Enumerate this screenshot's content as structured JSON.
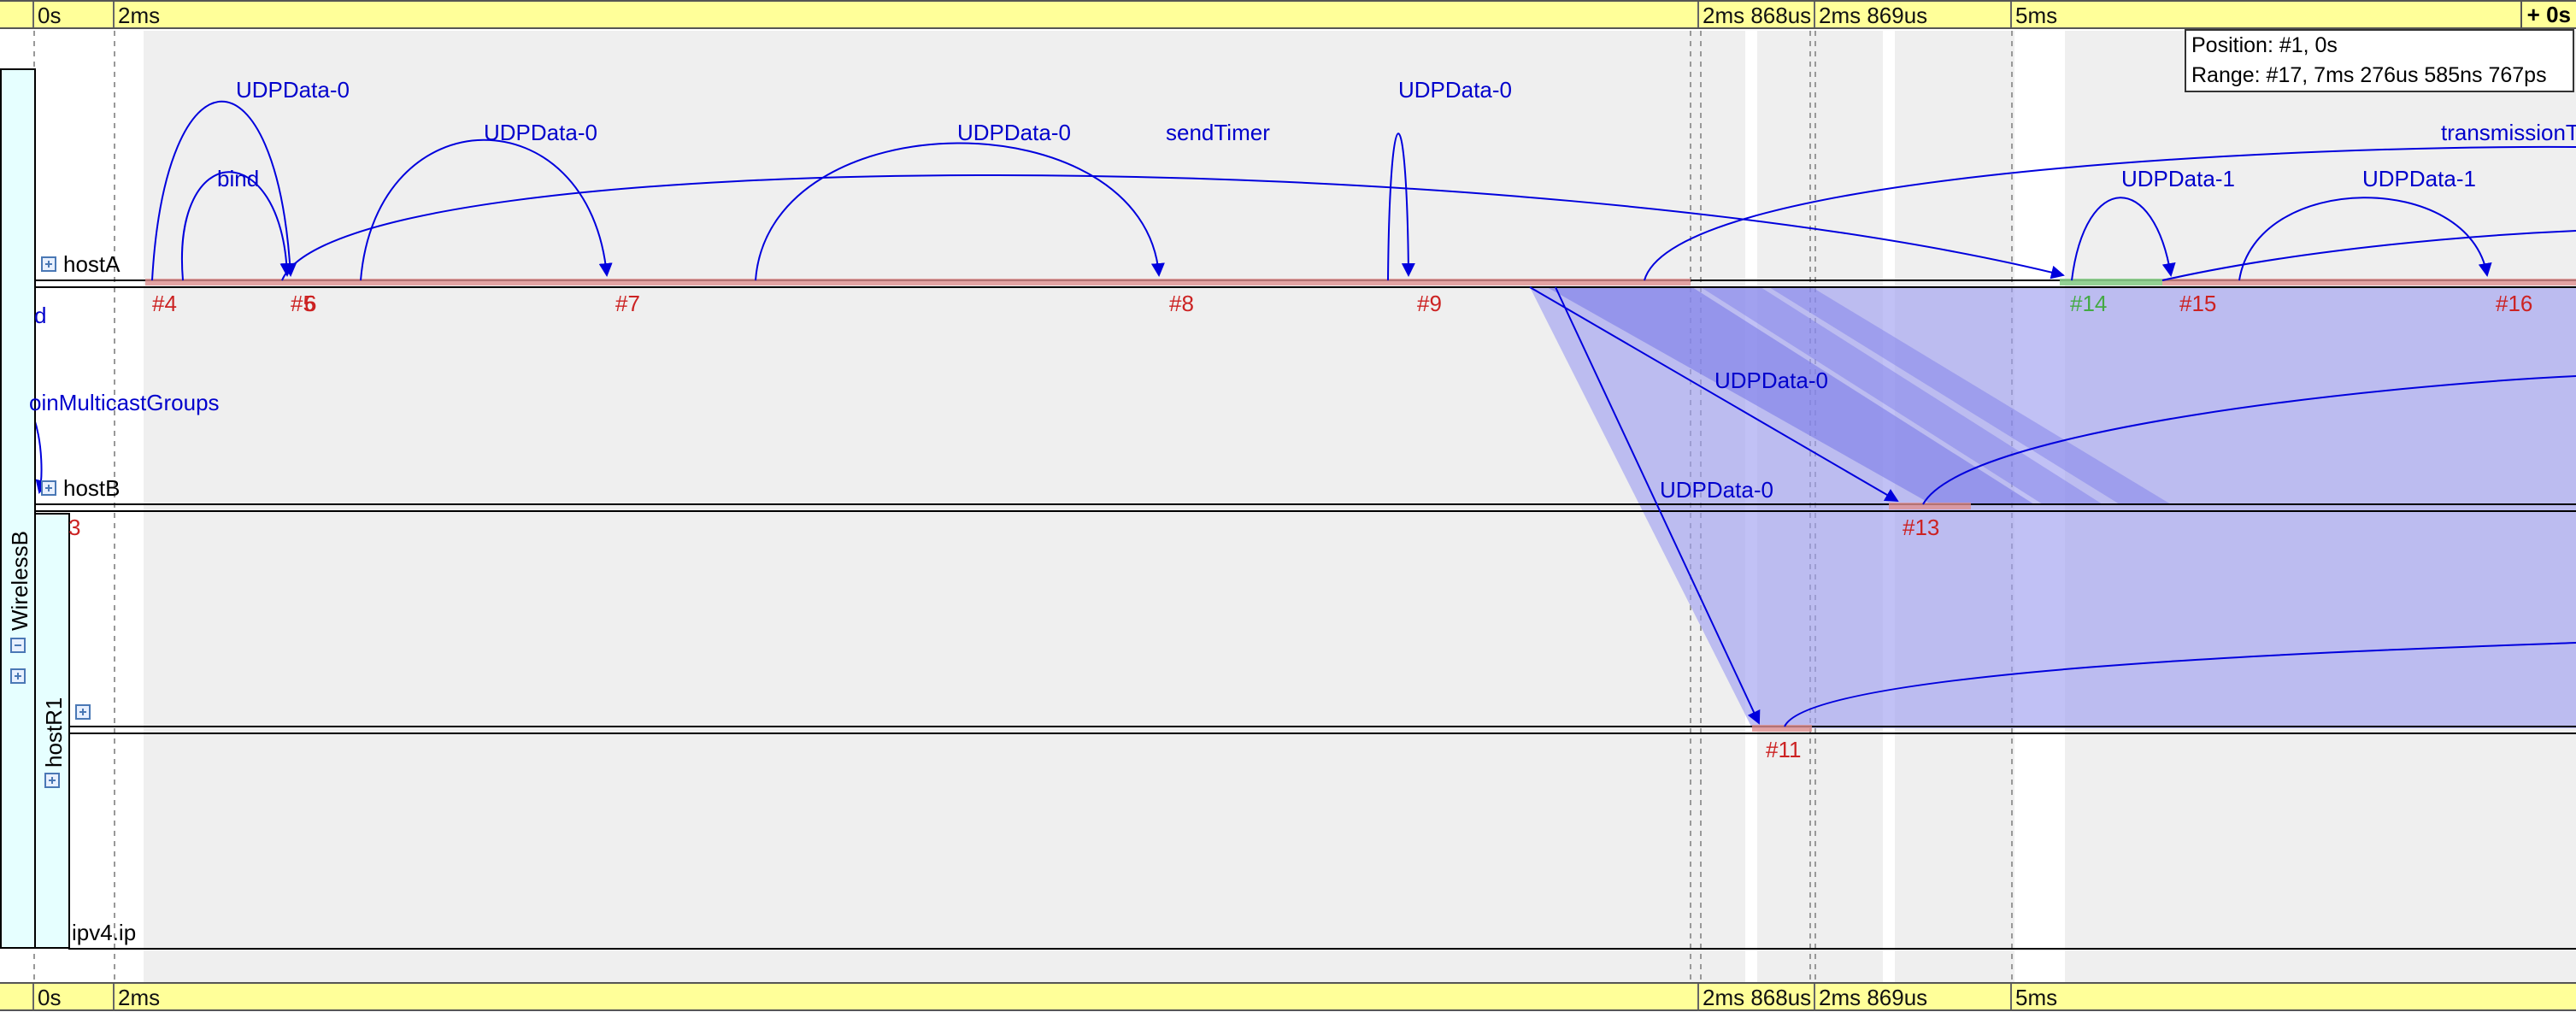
{
  "ruler": {
    "ticks": [
      {
        "label": "0s"
      },
      {
        "label": "2ms"
      },
      {
        "label": "2ms 868us"
      },
      {
        "label": "2ms 869us"
      },
      {
        "label": "5ms"
      }
    ],
    "corner_label": "+ 0s"
  },
  "info": {
    "position": "Position: #1, 0s",
    "range": "Range: #17, 7ms 276us 585ns 767ps"
  },
  "axes": {
    "hostA": "hostA",
    "hostB": "hostB",
    "ipv4": "ipv4.ip"
  },
  "modules": {
    "wirelessB": "WirelessB",
    "hostR1": "hostR1"
  },
  "messages": {
    "udp0": "UDPData-0",
    "udp1": "UDPData-1",
    "bind": "bind",
    "sendTimer": "sendTimer",
    "transmission": "transmissionT",
    "joinMulticast": "oinMulticastGroups",
    "d_frag": "d",
    "three": "3"
  },
  "events": {
    "e4": "#4",
    "e56": "#5",
    "e6": "6",
    "e7": "#7",
    "e8": "#8",
    "e9": "#9",
    "e14": "#14",
    "e15": "#15",
    "e16": "#16",
    "e13": "#13",
    "e11": "#11"
  },
  "colors": {
    "ruler_bg": "#ffff99",
    "arrow": "#0000cc",
    "event_label": "#cc2222",
    "event_green": "#44aa44",
    "transmission_fill": "#a8a8f0"
  }
}
